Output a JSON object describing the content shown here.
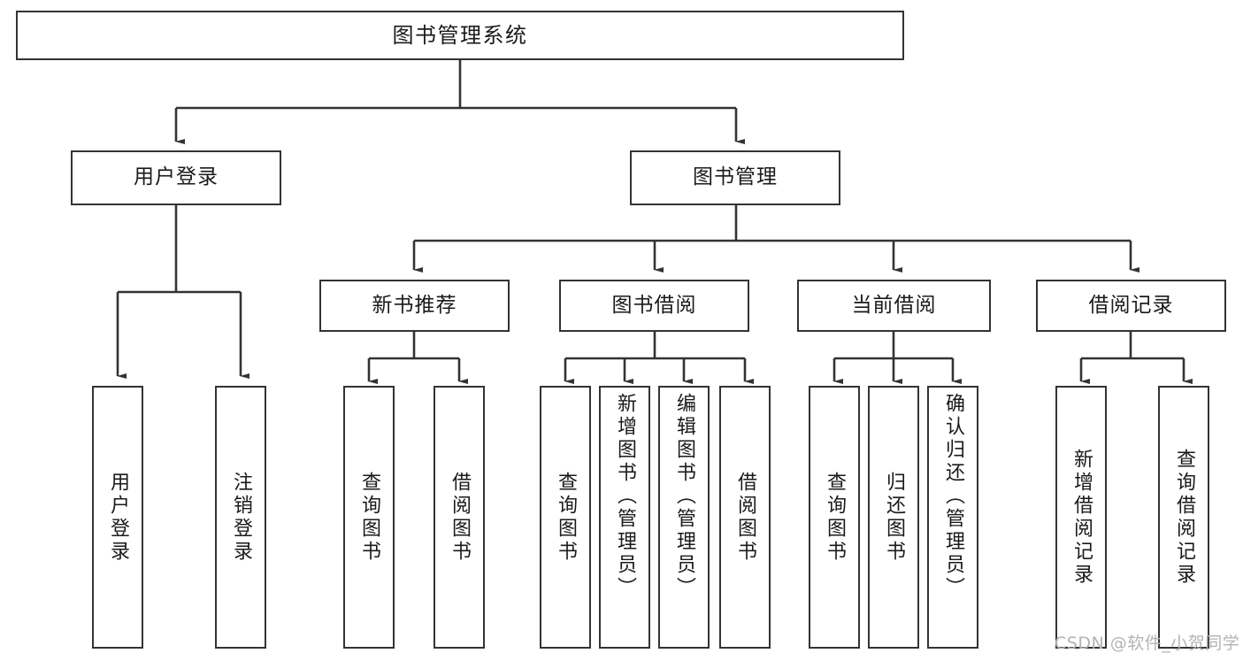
{
  "diagram": {
    "type": "tree-hierarchy",
    "title": "图书管理系统",
    "root": {
      "label": "图书管理系统"
    },
    "level2": [
      {
        "label": "用户登录"
      },
      {
        "label": "图书管理"
      }
    ],
    "level3": [
      {
        "label": "新书推荐"
      },
      {
        "label": "图书借阅"
      },
      {
        "label": "当前借阅"
      },
      {
        "label": "借阅记录"
      }
    ],
    "leaves": {
      "user_login": [
        {
          "label": "用户登录"
        },
        {
          "label": "注销登录"
        }
      ],
      "new_book_recommend": [
        {
          "label": "查询图书"
        },
        {
          "label": "借阅图书"
        }
      ],
      "book_borrow": [
        {
          "label": "查询图书"
        },
        {
          "label": "新增图书（管理员）"
        },
        {
          "label": "编辑图书（管理员）"
        },
        {
          "label": "借阅图书"
        }
      ],
      "current_borrow": [
        {
          "label": "查询图书"
        },
        {
          "label": "归还图书"
        },
        {
          "label": "确认归还（管理员）"
        }
      ],
      "borrow_record": [
        {
          "label": "新增借阅记录"
        },
        {
          "label": "查询借阅记录"
        }
      ]
    }
  },
  "watermark": {
    "text": "CSDN @软件_小贺同学"
  },
  "colors": {
    "stroke": "#333333",
    "fill": "#ffffff",
    "text": "#1a1a1a",
    "watermark": "#b3b3b3"
  }
}
